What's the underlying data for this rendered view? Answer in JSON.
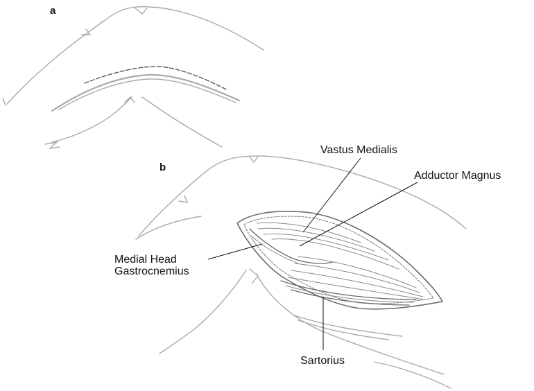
{
  "panels": {
    "a": "a",
    "b": "b"
  },
  "labels": {
    "vastus_medialis": "Vastus Medialis",
    "adductor_magnus": "Adductor Magnus",
    "medial_head_line1": "Medial Head",
    "medial_head_line2": "Gastrocnemius",
    "sartorius": "Sartorius"
  },
  "colors": {
    "outline": "#a8a8a8",
    "muscle": "#8a8a8a",
    "leader": "#111111"
  }
}
